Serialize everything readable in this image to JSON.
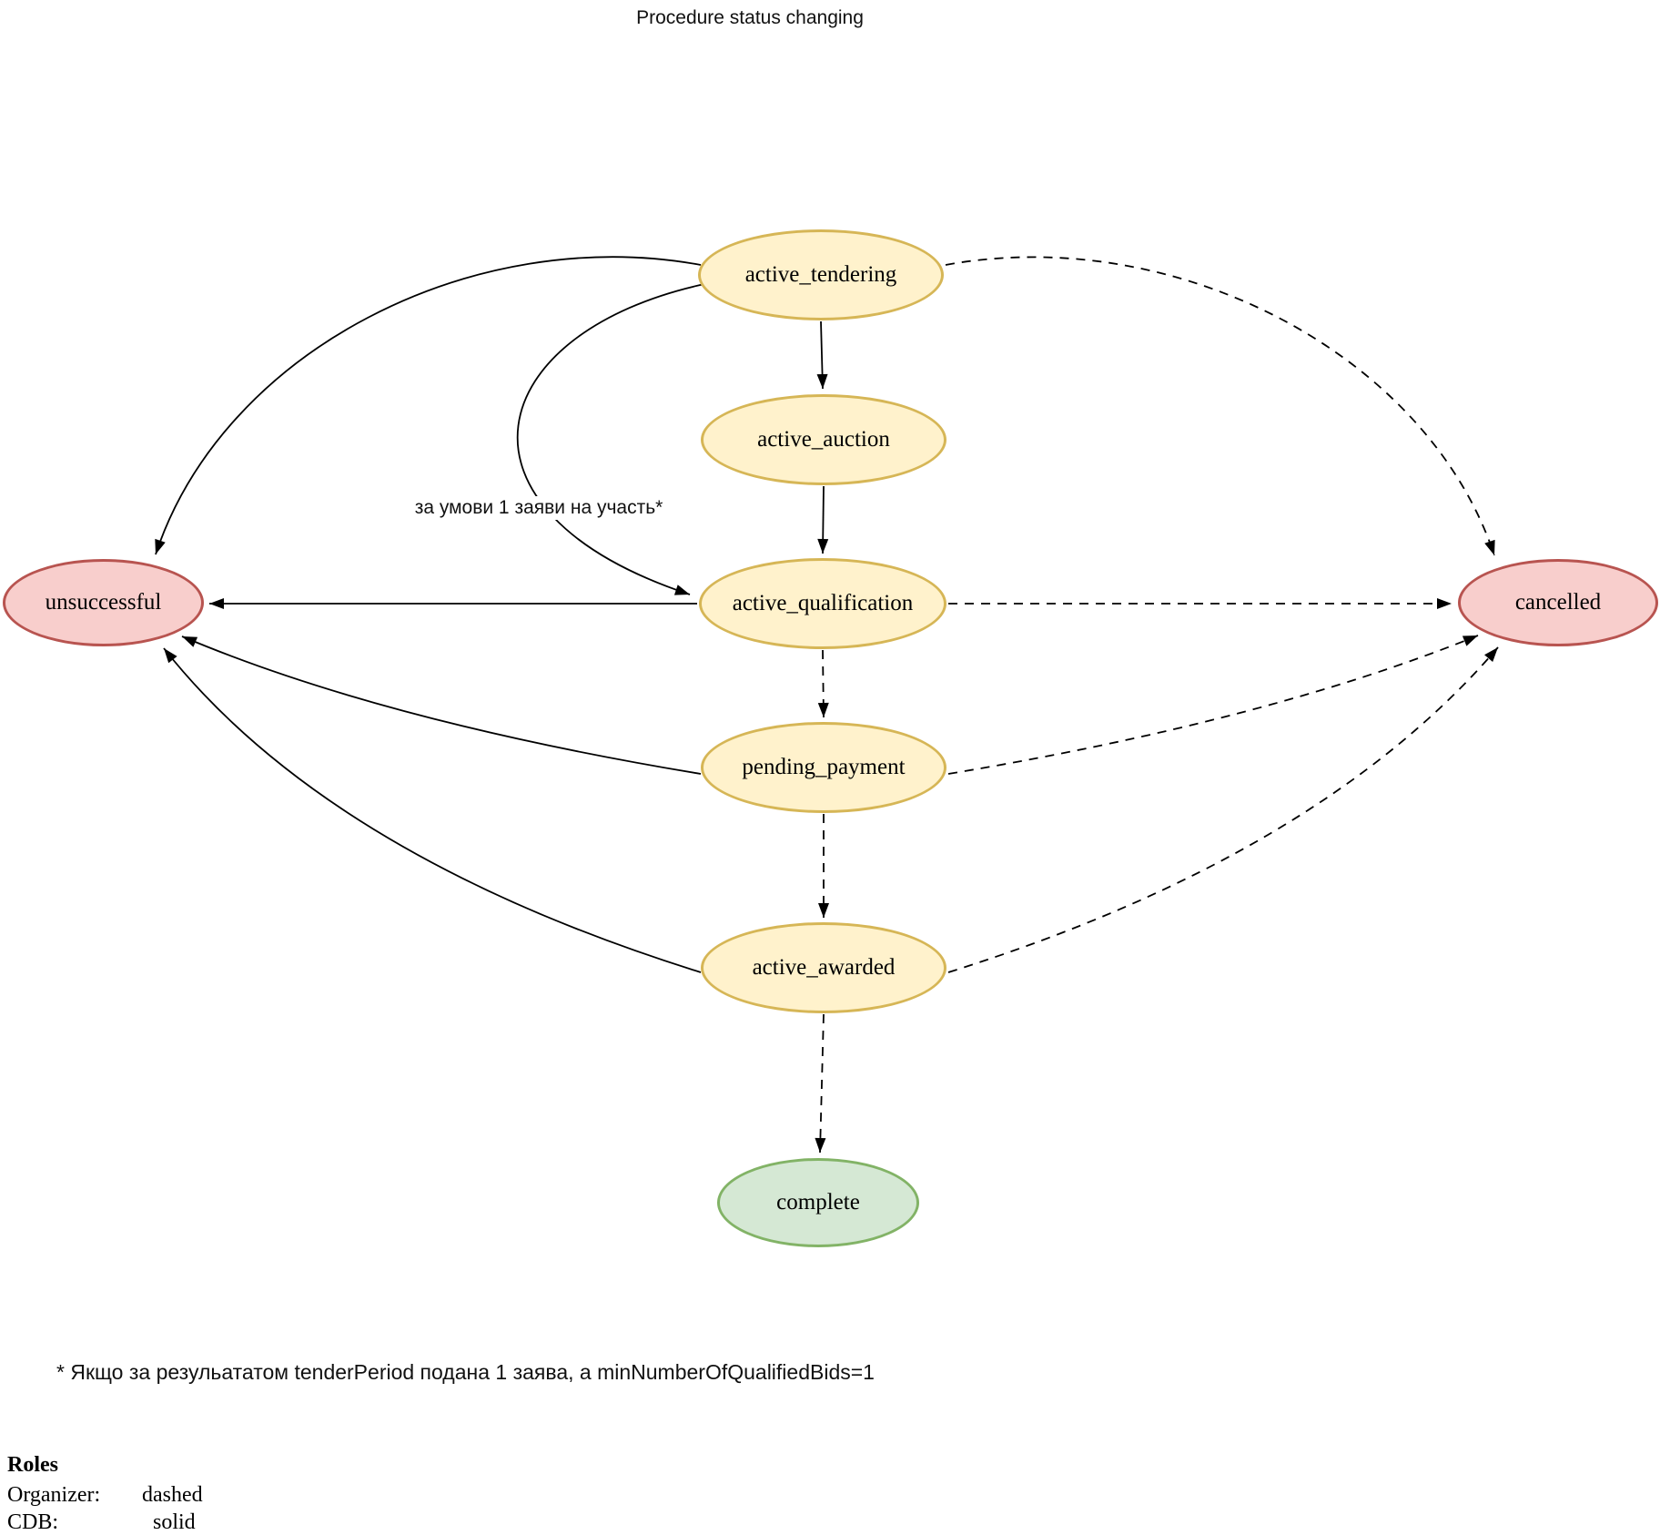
{
  "title": "Procedure status changing",
  "nodes": [
    {
      "id": "active_tendering",
      "label": "active_tendering",
      "kind": "active"
    },
    {
      "id": "active_auction",
      "label": "active_auction",
      "kind": "active"
    },
    {
      "id": "active_qualification",
      "label": "active_qualification",
      "kind": "active"
    },
    {
      "id": "pending_payment",
      "label": "pending_payment",
      "kind": "active"
    },
    {
      "id": "active_awarded",
      "label": "active_awarded",
      "kind": "active"
    },
    {
      "id": "complete",
      "label": "complete",
      "kind": "complete"
    },
    {
      "id": "unsuccessful",
      "label": "unsuccessful",
      "kind": "terminal"
    },
    {
      "id": "cancelled",
      "label": "cancelled",
      "kind": "terminal"
    }
  ],
  "edges": [
    {
      "from": "active_tendering",
      "to": "active_auction",
      "style": "solid"
    },
    {
      "from": "active_auction",
      "to": "active_qualification",
      "style": "solid"
    },
    {
      "from": "active_tendering",
      "to": "unsuccessful",
      "style": "solid"
    },
    {
      "from": "active_tendering",
      "to": "active_qualification",
      "style": "solid",
      "label": "за умови 1 заяви на участь*"
    },
    {
      "from": "active_qualification",
      "to": "unsuccessful",
      "style": "solid"
    },
    {
      "from": "pending_payment",
      "to": "unsuccessful",
      "style": "solid"
    },
    {
      "from": "active_awarded",
      "to": "unsuccessful",
      "style": "solid"
    },
    {
      "from": "active_tendering",
      "to": "cancelled",
      "style": "dashed"
    },
    {
      "from": "active_qualification",
      "to": "cancelled",
      "style": "dashed"
    },
    {
      "from": "pending_payment",
      "to": "cancelled",
      "style": "dashed"
    },
    {
      "from": "active_awarded",
      "to": "cancelled",
      "style": "dashed"
    },
    {
      "from": "active_qualification",
      "to": "pending_payment",
      "style": "dashed"
    },
    {
      "from": "pending_payment",
      "to": "active_awarded",
      "style": "dashed"
    },
    {
      "from": "active_awarded",
      "to": "complete",
      "style": "dashed"
    }
  ],
  "footnote": "* Якщо за резульататом tenderPeriod подана 1 заява, а minNumberOfQualifiedBids=1",
  "legend": {
    "heading": "Roles",
    "rows": [
      {
        "role": "Organizer:",
        "line_style": "dashed"
      },
      {
        "role": "CDB:",
        "line_style": "solid"
      }
    ]
  },
  "colors": {
    "process_fill": "#FFF2CC",
    "process_stroke": "#D6B656",
    "terminal_fill": "#F8CECC",
    "terminal_stroke": "#B85450",
    "complete_fill": "#D5E8D4",
    "complete_stroke": "#82B366",
    "edge": "#000000"
  }
}
